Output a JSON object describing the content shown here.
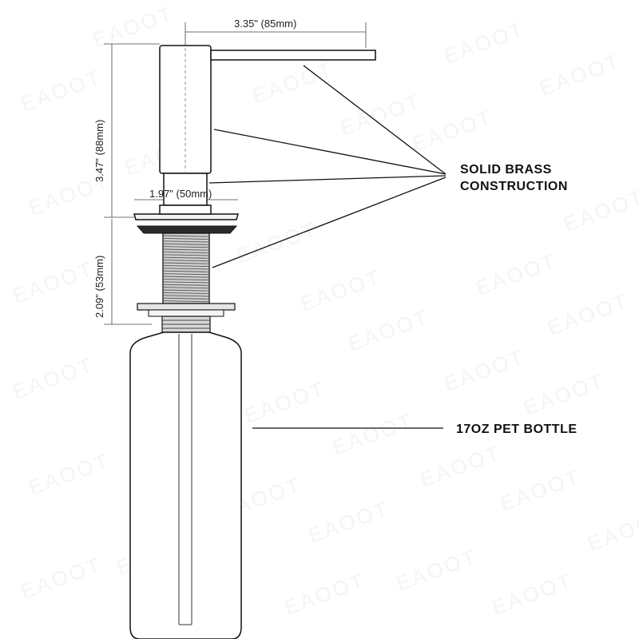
{
  "dimensions": {
    "spout_length": "3.35\" (85mm)",
    "pump_height": "3.47\" (88mm)",
    "flange_diameter": "1.97\" (50mm)",
    "shank_length": "2.09\" (53mm)"
  },
  "callouts": {
    "brass_line1": "SOLID BRASS",
    "brass_line2": "CONSTRUCTION",
    "bottle": "17OZ PET BOTTLE"
  },
  "watermark": "EAOOT",
  "colors": {
    "line": "#111111",
    "thread_fill": "#bfbfbf",
    "gasket_fill": "#2a2a2a",
    "nut_fill": "#e6e6e6"
  }
}
